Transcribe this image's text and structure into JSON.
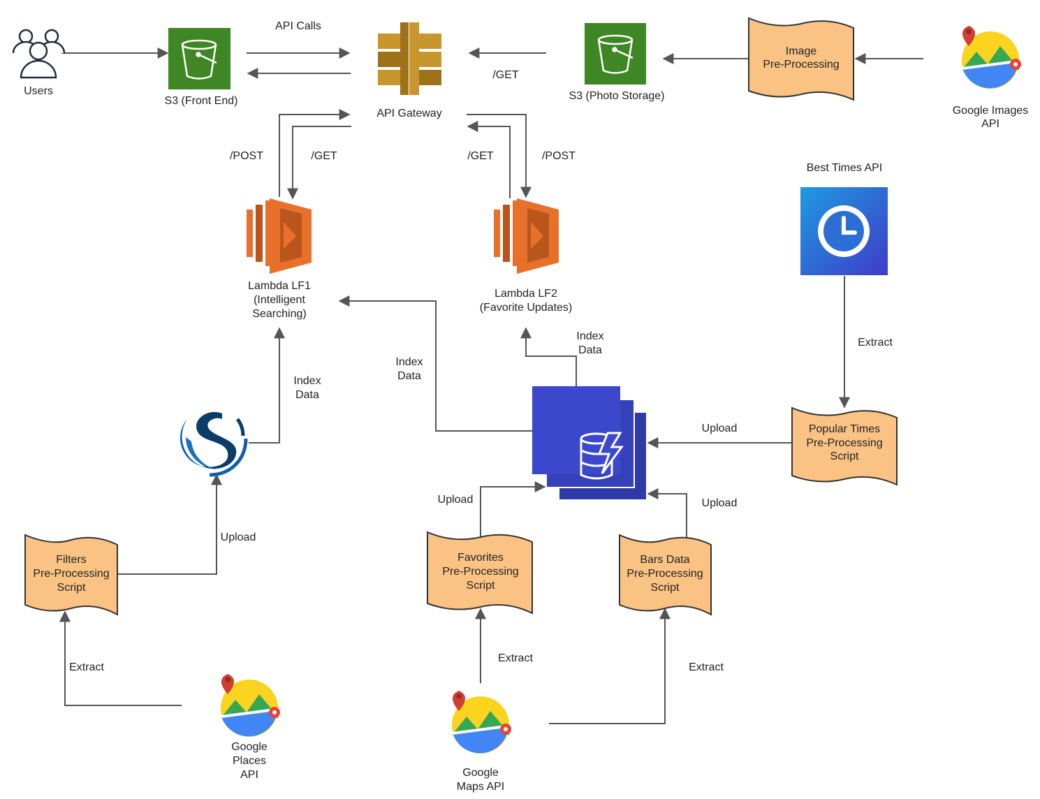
{
  "nodes": {
    "users": "Users",
    "s3_front": "S3 (Front End)",
    "api_gateway": "API Gateway",
    "s3_photo": "S3 (Photo Storage)",
    "image_pre": [
      "Image",
      "Pre-Processing"
    ],
    "google_images": [
      "Google Images",
      "API"
    ],
    "best_times": "Best Times API",
    "lambda_lf1": [
      "Lambda LF1",
      "(Intelligent",
      "Searching)"
    ],
    "lambda_lf2": [
      "Lambda LF2",
      "(Favorite Updates)"
    ],
    "popular_times": [
      "Popular Times",
      "Pre-Processing",
      "Script"
    ],
    "filters_pre": [
      "Filters",
      "Pre-Processing",
      "Script"
    ],
    "favorites_pre": [
      "Favorites",
      "Pre-Processing",
      "Script"
    ],
    "bars_pre": [
      "Bars Data",
      "Pre-Processing",
      "Script"
    ],
    "google_places": [
      "Google",
      "Places",
      "API"
    ],
    "google_maps": [
      "Google",
      "Maps API"
    ]
  },
  "edges": {
    "api_calls": "API Calls",
    "get_photo": "/GET",
    "post_left": "/POST",
    "get_left": "/GET",
    "get_right": "/GET",
    "post_right": "/POST",
    "extract_best": "Extract",
    "index_lf2": [
      "Index",
      "Data"
    ],
    "index_dynamo": [
      "Index",
      "Data"
    ],
    "index_search": [
      "Index",
      "Data"
    ],
    "upload_popular": "Upload",
    "upload_favorites": "Upload",
    "upload_bars": "Upload",
    "upload_filters": "Upload",
    "extract_places": "Extract",
    "extract_maps_fav": "Extract",
    "extract_maps_bars": "Extract"
  },
  "colors": {
    "s3_green": "#3f8624",
    "gateway_gold": "#c7962c",
    "lambda_orange": "#e8702a",
    "dynamo_blue": "#3b48cc",
    "script_fill": "#fac384",
    "best_times_blue": "#2b6fd6",
    "search_blue": "#0f5fae"
  }
}
